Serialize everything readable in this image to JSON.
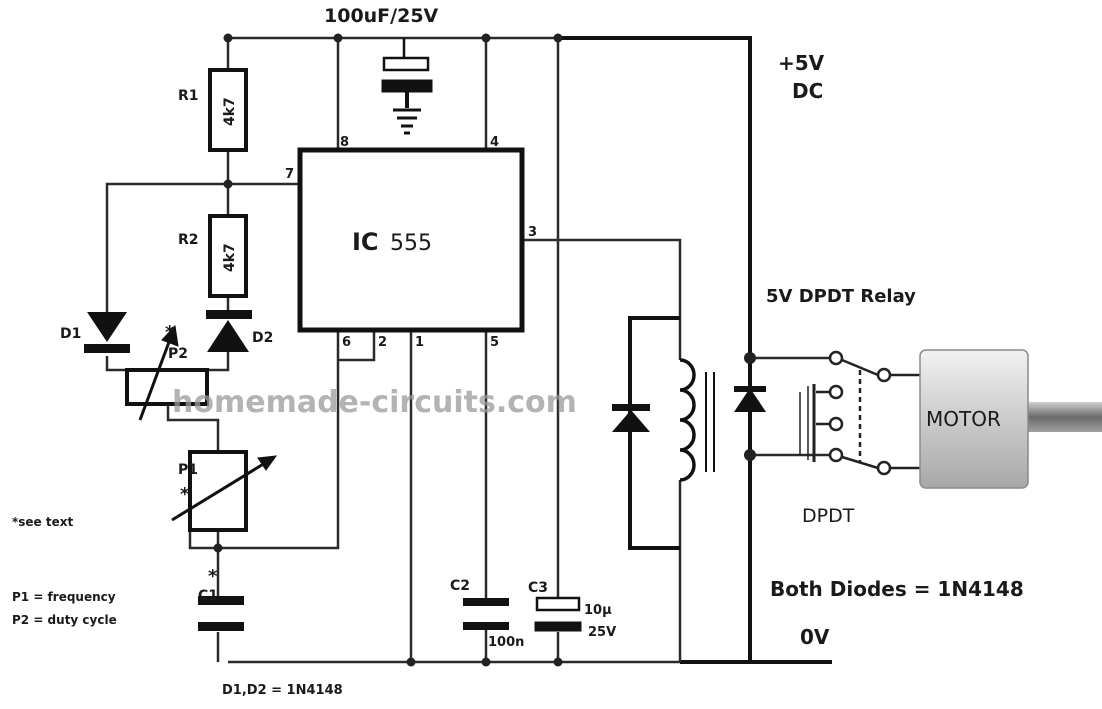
{
  "top_cap_label": "100uF/25V",
  "supply_pos": [
    "+5V",
    "DC"
  ],
  "supply_gnd": "0V",
  "relay_label": "5V DPDT Relay",
  "diodes_note": "Both Diodes = 1N4148",
  "ic": {
    "prefix": "IC",
    "number": "555",
    "pins": {
      "p8": "8",
      "p4": "4",
      "p7": "7",
      "p3": "3",
      "p6": "6",
      "p2": "2",
      "p1": "1",
      "p5": "5"
    }
  },
  "resistors": {
    "r1_name": "R1",
    "r1_value": "4k7",
    "r2_name": "R2",
    "r2_value": "4k7"
  },
  "diodes": {
    "d1": "D1",
    "d2": "D2"
  },
  "pots": {
    "p1": "P1",
    "p2": "P2",
    "star": "*"
  },
  "caps": {
    "c1": "C1",
    "c2": "C2",
    "c2_value": "100n",
    "c3": "C3",
    "c3_value": "10µ",
    "c3_voltage": "25V"
  },
  "notes": {
    "see_text": "*see text",
    "p1_desc": "P1 = frequency",
    "p2_desc": "P2 = duty cycle",
    "d_note": "D1,D2 = 1N4148"
  },
  "motor_label": "MOTOR",
  "dpdt_label": "DPDT",
  "watermark": "homemade-circuits.com"
}
